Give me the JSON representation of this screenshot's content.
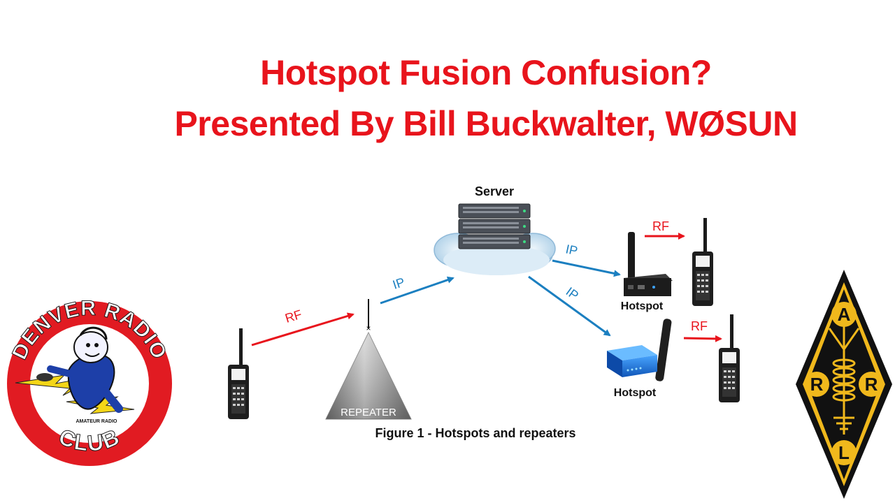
{
  "title": {
    "line1": "Hotspot Fusion Confusion?",
    "line2": "Presented By Bill Buckwalter, WØSUN"
  },
  "diagram": {
    "server_label": "Server",
    "repeater_label": "REPEATER",
    "hotspot_top_label": "Hotspot",
    "hotspot_bottom_label": "Hotspot",
    "link_rf_left": "RF",
    "link_ip_repeater_server": "IP",
    "link_ip_server_hotspot_top": "IP",
    "link_ip_server_hotspot_bottom": "IP",
    "link_rf_top_right": "RF",
    "link_rf_bottom_right": "RF",
    "caption": "Figure 1 - Hotspots and repeaters",
    "colors": {
      "rf": "#e8141c",
      "ip": "#1b7fc0"
    }
  },
  "logos": {
    "denver": {
      "top_text": "DENVER RADIO",
      "bottom_text": "CLUB",
      "inner_text": "AMATEUR RADIO"
    },
    "arrl": {
      "letters": [
        "A",
        "R",
        "R",
        "L"
      ]
    }
  },
  "icons": [
    "handheld-radio-icon",
    "server-rack-icon",
    "cloud-icon",
    "hotspot-device-icon",
    "repeater-tower-icon",
    "antenna-icon"
  ]
}
